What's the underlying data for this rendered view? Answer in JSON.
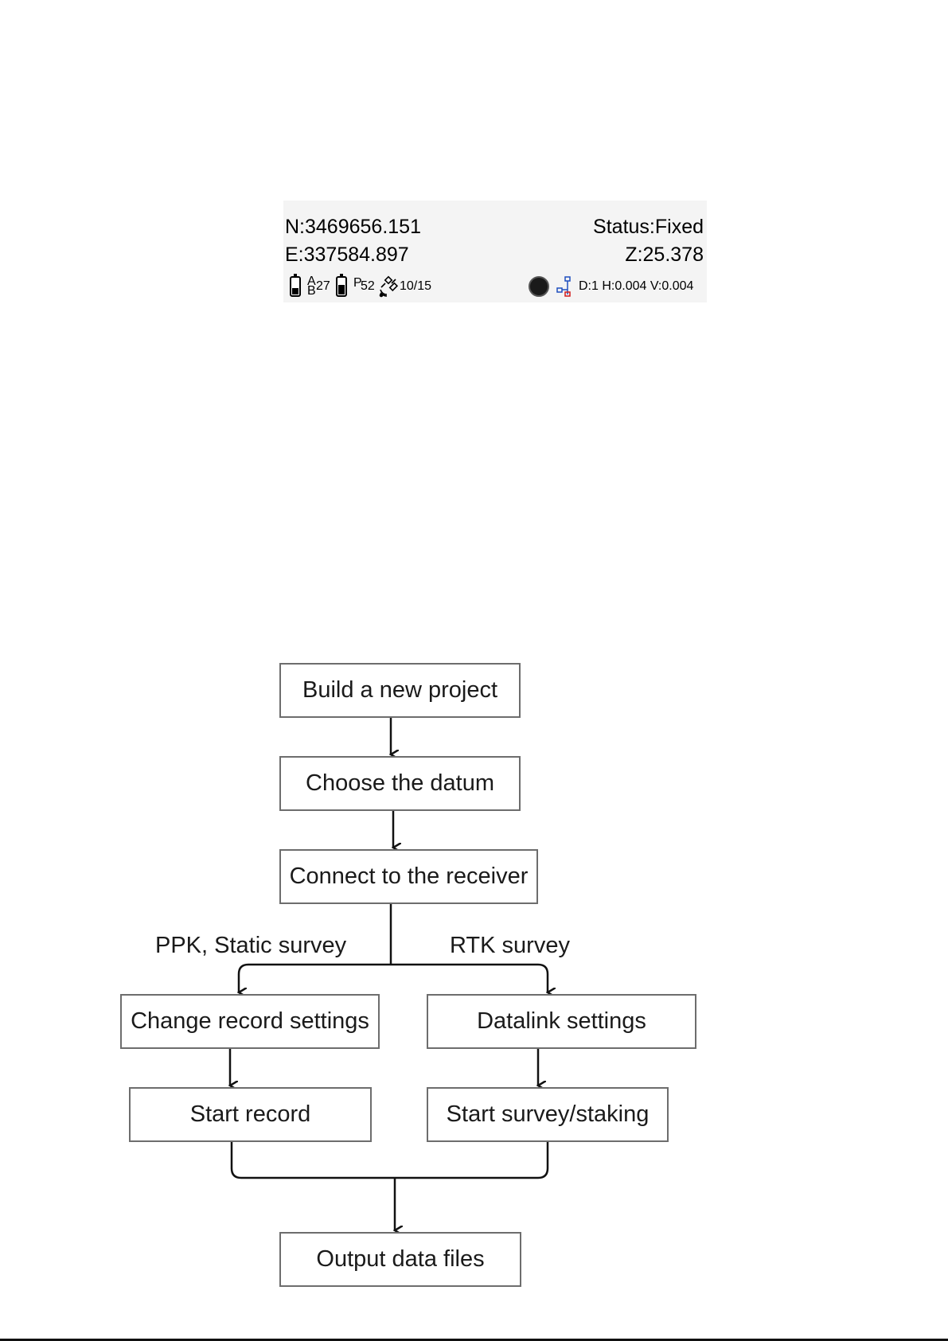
{
  "status_panel": {
    "north": "N:3469656.151",
    "east": "E:337584.897",
    "status": "Status:Fixed",
    "z": "Z:25.378",
    "battery_a_label_top": "A",
    "battery_a_label_bottom": "B",
    "battery_a_value": "27",
    "battery_p_label": "P",
    "battery_p_value": "52",
    "satellites": "10/15",
    "precision": "D:1 H:0.004 V:0.004",
    "icons": {
      "battery_a": "battery-icon",
      "battery_p": "battery-icon",
      "satellite": "satellite-icon",
      "record": "record-icon",
      "network": "network-icon"
    }
  },
  "flowchart": {
    "nodes": {
      "build": "Build a new project",
      "datum": "Choose the datum",
      "connect": "Connect to the receiver",
      "record_settings": "Change record settings",
      "datalink": "Datalink settings",
      "start_record": "Start record",
      "start_survey": "Start survey/staking",
      "output": "Output data files"
    },
    "branches": {
      "left": "PPK, Static survey",
      "right": "RTK survey"
    },
    "line_color": "#111111",
    "box_border_color": "#6d6d6d"
  }
}
